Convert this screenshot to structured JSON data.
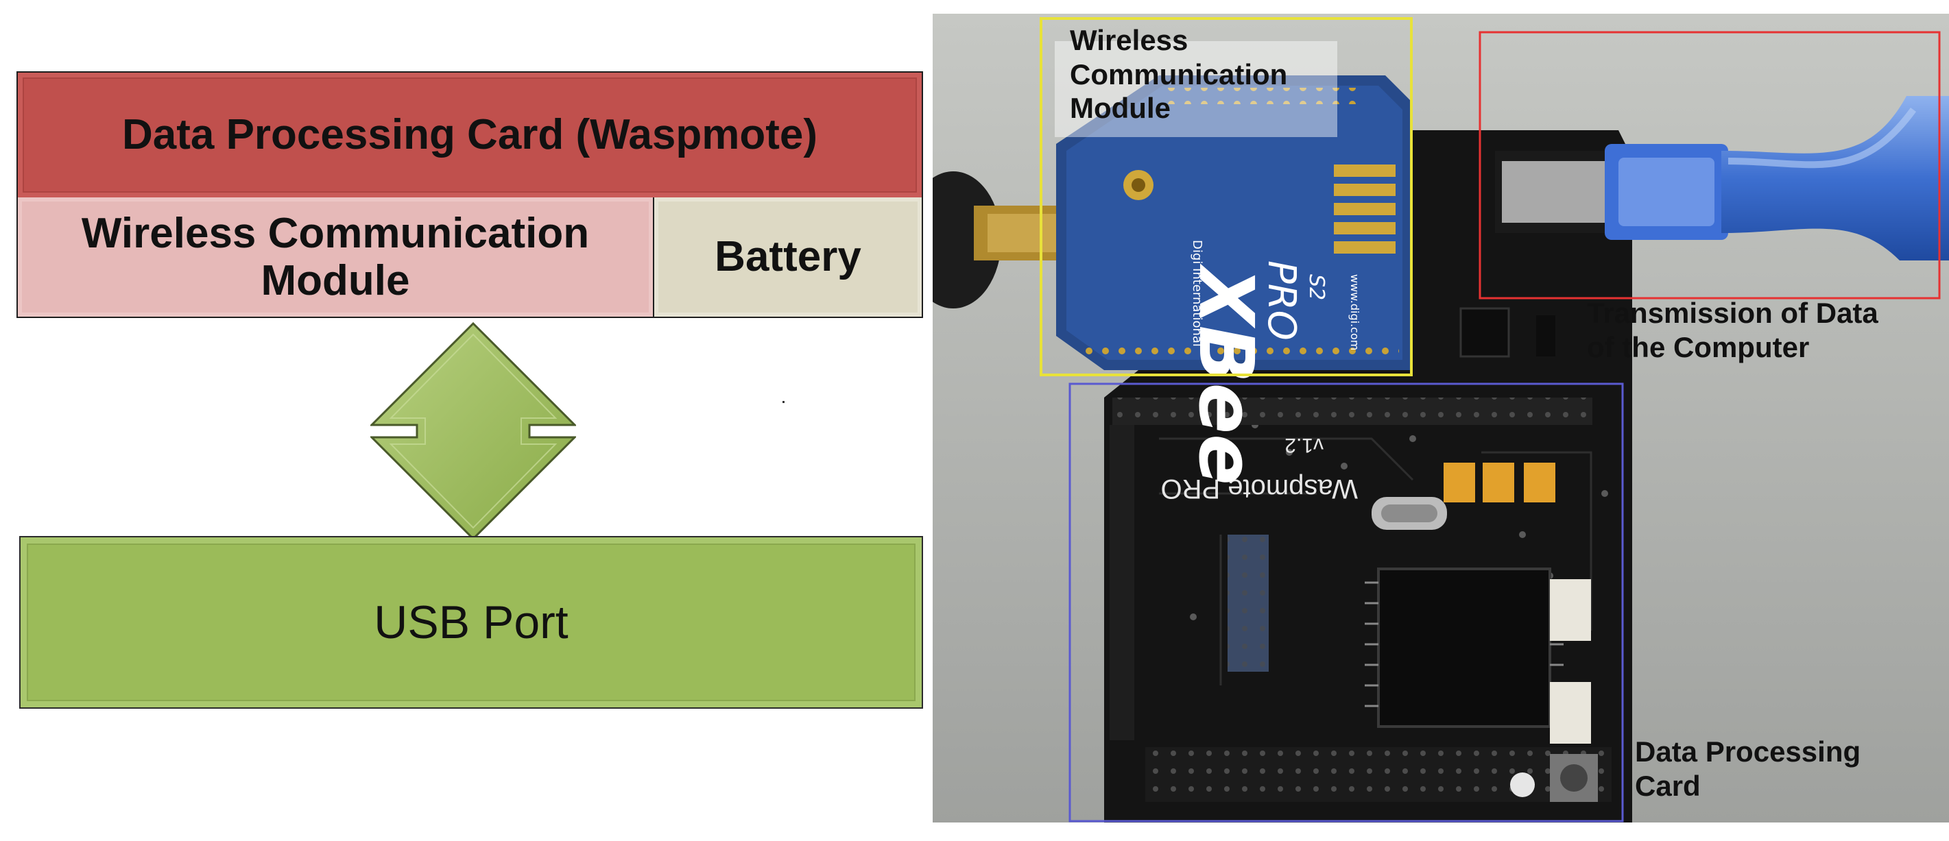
{
  "diagram": {
    "processing_card_label": "Data Processing Card (Waspmote)",
    "wireless_module_label": "Wireless Communication Module",
    "battery_label": "Battery",
    "usb_port_label": "USB Port"
  },
  "photo": {
    "wireless_label": "Wireless\nCommunication\nModule",
    "transmission_label": "Transmission of Data\nof the Computer",
    "processing_label": "Data Processing\nCard",
    "board_marking": "Waspmote PRO",
    "board_version": "v1.2",
    "xbee_brand": "XBee",
    "xbee_model": "PRO",
    "xbee_series": "S2",
    "xbee_maker": "Digi International",
    "xbee_url": "www.digi.com",
    "colors": {
      "wireless_box": "#e8e23a",
      "transmission_box": "#e63232",
      "processing_box": "#5a5ad0"
    }
  }
}
